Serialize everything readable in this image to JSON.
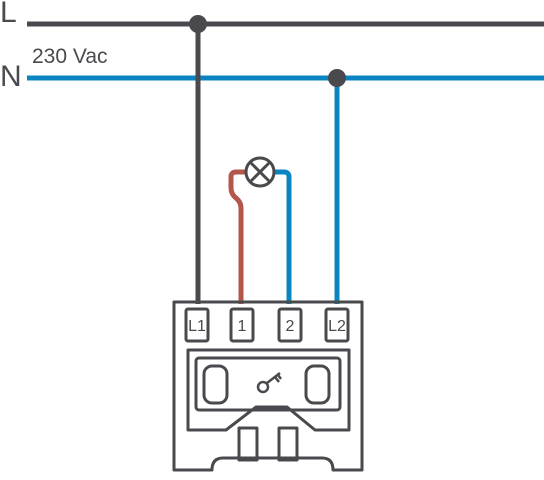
{
  "lines": {
    "live_label": "L",
    "neutral_label": "N",
    "voltage_label": "230 Vac"
  },
  "terminals": [
    "L1",
    "1",
    "2",
    "L2"
  ],
  "colors": {
    "live": "#4a4a4e",
    "neutral": "#0a85c2",
    "switched": "#b5564a",
    "outline": "#4a4a4e",
    "background": "#ffffff"
  },
  "icons": {
    "lamp": "lamp-icon",
    "key": "key-icon"
  }
}
